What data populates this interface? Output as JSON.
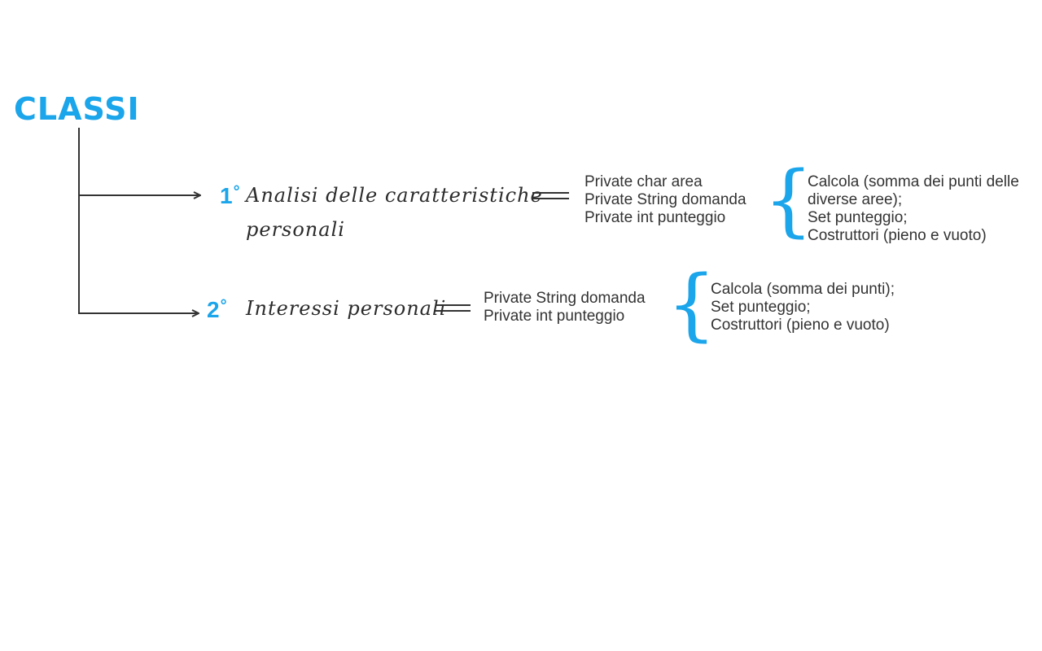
{
  "title": "CLASSI",
  "accent_color": "#1ba5ea",
  "classes": [
    {
      "number": "1",
      "name_line1": "Analisi delle caratteristiche",
      "name_line2": "personali",
      "attributes": [
        "Private char area",
        "Private String domanda",
        "Private int punteggio"
      ],
      "methods": [
        "Calcola (somma dei punti delle",
        "diverse aree);",
        "Set punteggio;",
        "Costruttori (pieno e vuoto)"
      ]
    },
    {
      "number": "2",
      "name_line1": "Interessi personali",
      "attributes": [
        "Private String domanda",
        "Private int punteggio"
      ],
      "methods": [
        "Calcola (somma dei punti);",
        "Set punteggio;",
        "Costruttori (pieno e vuoto)"
      ]
    }
  ]
}
